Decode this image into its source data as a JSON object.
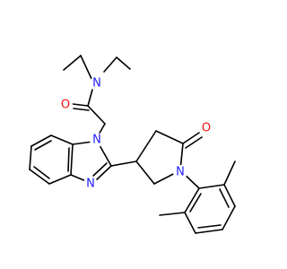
{
  "atoms": {
    "n_amide": {
      "symbol": "N",
      "color": "#1f1fff"
    },
    "o_amide": {
      "symbol": "O",
      "color": "#ff0d0d"
    },
    "n1_benzimidazole": {
      "symbol": "N",
      "color": "#1f1fff"
    },
    "n3_benzimidazole": {
      "symbol": "N",
      "color": "#1f1fff"
    },
    "o_lactam": {
      "symbol": "O",
      "color": "#ff0d0d"
    },
    "n_lactam": {
      "symbol": "N",
      "color": "#1f1fff"
    }
  },
  "colors": {
    "bond": "#000000",
    "background": "#ffffff"
  }
}
